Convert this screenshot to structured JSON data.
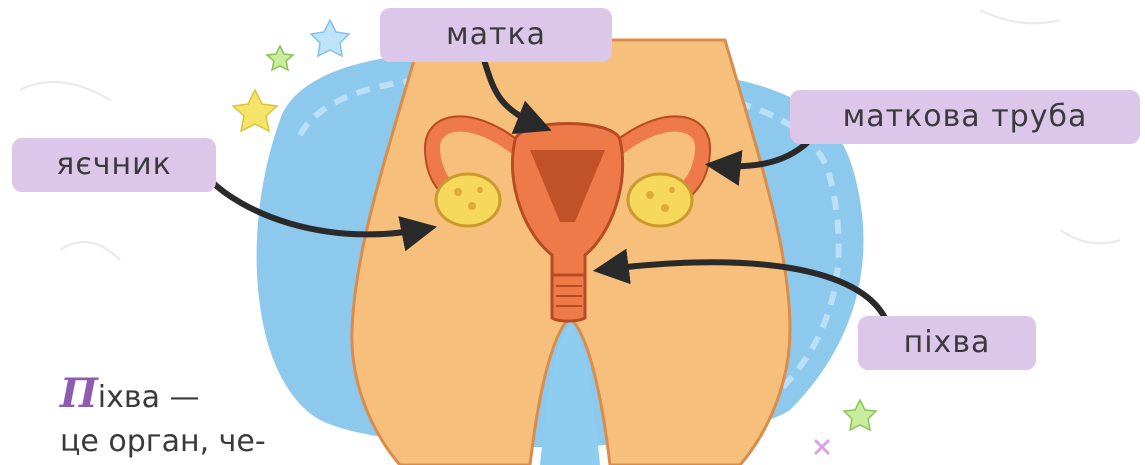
{
  "labels": {
    "uterus": "матка",
    "fallopian_tube": "маткова труба",
    "ovary": "яєчник",
    "vagina": "піхва"
  },
  "text": {
    "drop_letter": "П",
    "line1_rest": "іхва —",
    "line2": "це орган, че-"
  },
  "colors": {
    "label_bg": "#dcc6ea",
    "skin": "#f6c07c",
    "blob": "#7fc3ea",
    "organ": "#ee7a4a",
    "ovary": "#f6d95a",
    "arrow": "#2a2a2a"
  }
}
